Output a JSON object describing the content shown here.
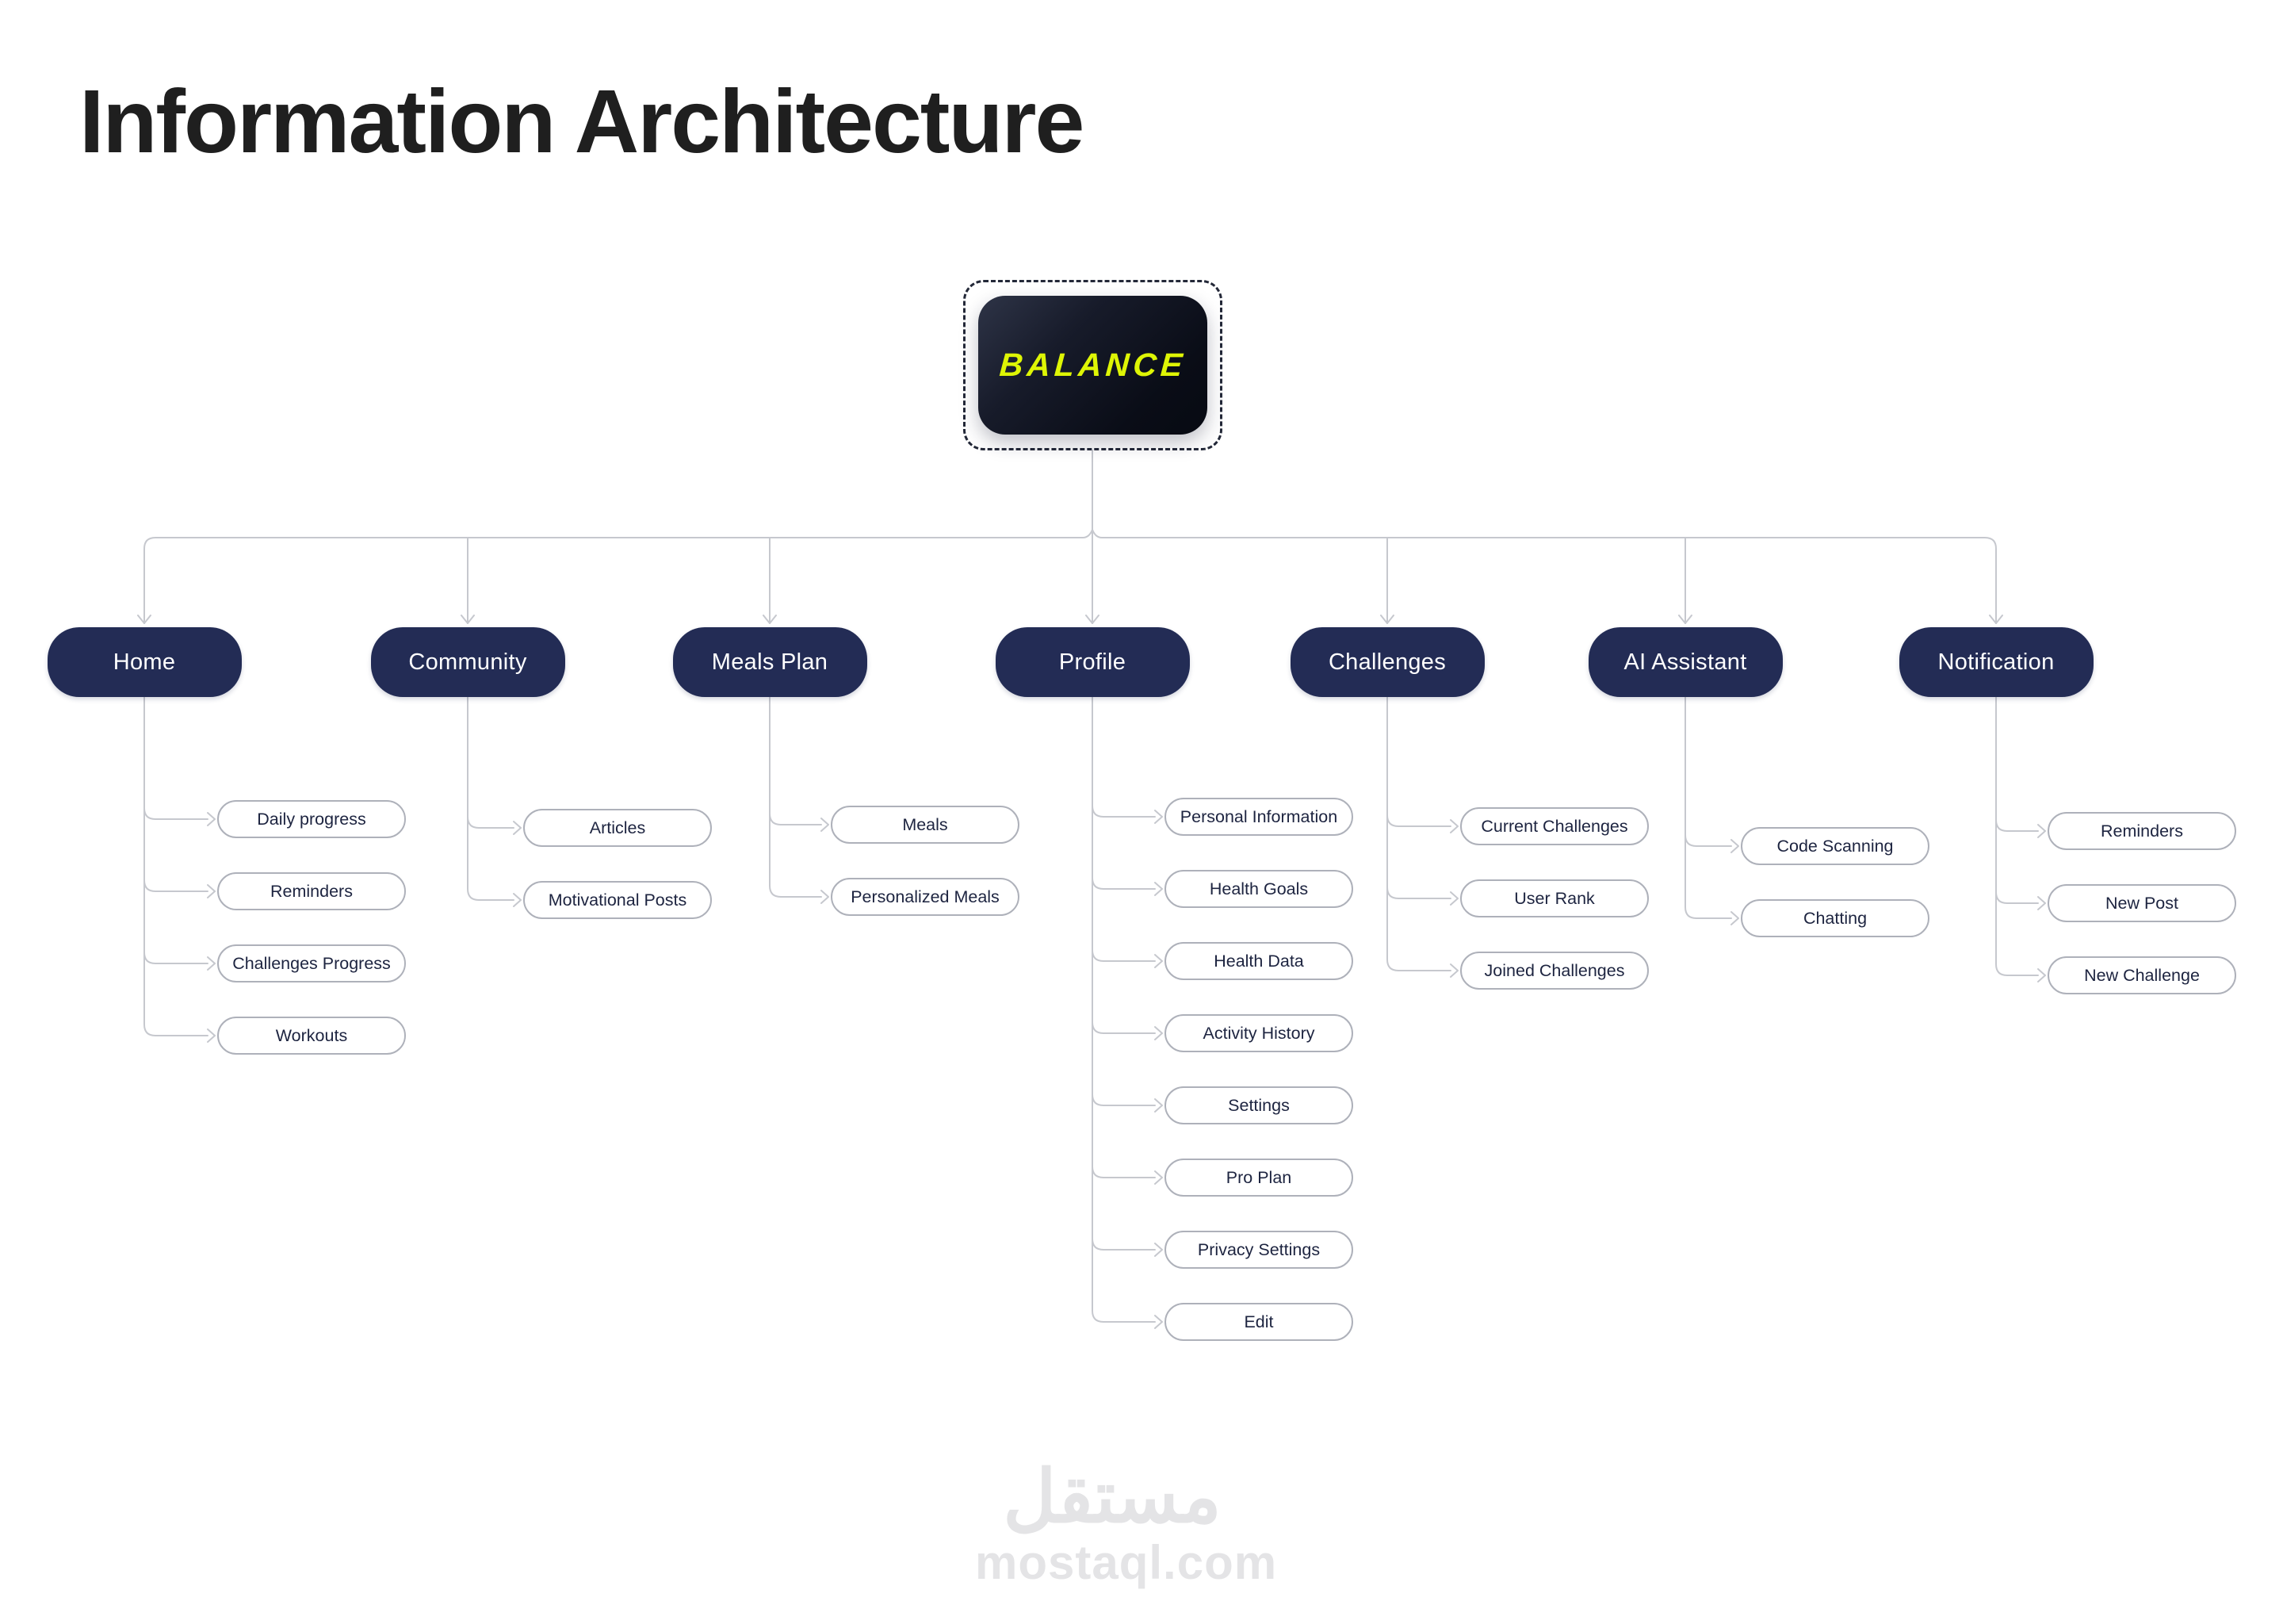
{
  "title": "Information Architecture",
  "logo": {
    "text": "BALANCE"
  },
  "watermark": {
    "arabic": "مستقل",
    "latin": "mostaql.com"
  },
  "colors": {
    "node_navy": "#232c55",
    "logo_yellow": "#def505",
    "logo_background": "#0a0d17",
    "connector_gray": "#c6c8ce",
    "leaf_border_gray": "#aeb1ba",
    "leaf_text_navy": "#1d2440",
    "title_black": "#1f1f1f",
    "watermark_gray": "#e4e4e6"
  },
  "sections": [
    {
      "label": "Home",
      "children": [
        "Daily progress",
        "Reminders",
        "Challenges Progress",
        "Workouts"
      ]
    },
    {
      "label": "Community",
      "children": [
        "Articles",
        "Motivational Posts"
      ]
    },
    {
      "label": "Meals Plan",
      "children": [
        "Meals",
        "Personalized Meals"
      ]
    },
    {
      "label": "Profile",
      "children": [
        "Personal Information",
        "Health Goals",
        "Health Data",
        "Activity History",
        "Settings",
        "Pro Plan",
        "Privacy Settings",
        "Edit"
      ]
    },
    {
      "label": "Challenges",
      "children": [
        "Current Challenges",
        "User Rank",
        "Joined Challenges"
      ]
    },
    {
      "label": "AI Assistant",
      "children": [
        "Code Scanning",
        "Chatting"
      ]
    },
    {
      "label": "Notification",
      "children": [
        "Reminders",
        "New Post",
        "New Challenge"
      ]
    }
  ]
}
